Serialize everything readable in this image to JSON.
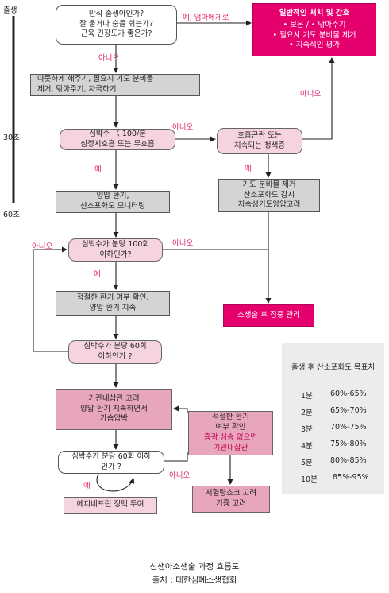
{
  "timeline": {
    "start": "출생",
    "mark_30": "30초",
    "mark_60": "60초"
  },
  "nodes": {
    "assess": [
      "만삭 출생아인가?",
      "잘 울거나 숨을 쉬는가?",
      "근육 긴장도가 좋은가?"
    ],
    "routine": [
      "일반적인 처치 및 간호",
      "• 보온 / • 닦아주기",
      "• 필요시 기도 분비물 제거",
      "• 지속적인 평가"
    ],
    "initial_steps": [
      "따뜻하게 해주기, 필요시 기도 분비물",
      "제거, 닦아주기, 자극하기"
    ],
    "hr_check": [
      "심박수 〈 100/분",
      "심정지호흡 또는 무호흡"
    ],
    "labored": [
      "호흡곤란 또는",
      "지속되는 청색증"
    ],
    "ppv": [
      "양압 환기,",
      "산소포화도 모니터링"
    ],
    "airway": [
      "기도 분비물 제거",
      "산소포화도 감시",
      "지속성기도양압고려"
    ],
    "hr100": [
      "심박수가 분당 100회",
      "이하인가?"
    ],
    "postcare": "소생술 후 집중 관리",
    "vent_check": [
      "적절한 환기 여부 확인,",
      "양압 환기 지속"
    ],
    "hr60a": [
      "심박수가 분당 60회",
      "이하인가 ?"
    ],
    "intubate": [
      "기관내삽관 고려",
      "양압 환기 지속하면서",
      "가슴압박"
    ],
    "vent_check2": [
      "적절한 환기",
      "여부 확인",
      "흉곽 심승 없으면",
      "기관내삽관"
    ],
    "hr60b": [
      "심박수가 분당 60회 이하",
      "인가 ?"
    ],
    "epi": "에피네프린 정맥 투여",
    "shock": [
      "저혈량쇼크 고려",
      "기흉 고려"
    ]
  },
  "labels": {
    "yes_mom": "예, 엄마에게로",
    "no1": "아니오",
    "no2": "아니오",
    "no_right": "아니오",
    "yes1": "예",
    "yes2": "예",
    "no_left": "아니오",
    "no3": "아니오",
    "yes3": "예",
    "yes4": "예",
    "no4": "아니오"
  },
  "spo2_table": {
    "title": "출생 후 산소포화도 목표치",
    "rows": [
      {
        "time": "1분",
        "range": "60%-65%"
      },
      {
        "time": "2분",
        "range": "65%-70%"
      },
      {
        "time": "3분",
        "range": "70%-75%"
      },
      {
        "time": "4분",
        "range": "75%-80%"
      },
      {
        "time": "5분",
        "range": "80%-85%"
      },
      {
        "time": "10분",
        "range": "85%-95%"
      }
    ]
  },
  "caption": {
    "title": "신생아소생술 과정 흐름도",
    "source": "출처 : 대한심폐소생협회"
  },
  "colors": {
    "accent": "#e5006e",
    "pink_fill": "#f6d4de",
    "gray_fill": "#d4d4d4",
    "rose_fill": "#e8a6bd",
    "label_pink": "#e0226e"
  }
}
